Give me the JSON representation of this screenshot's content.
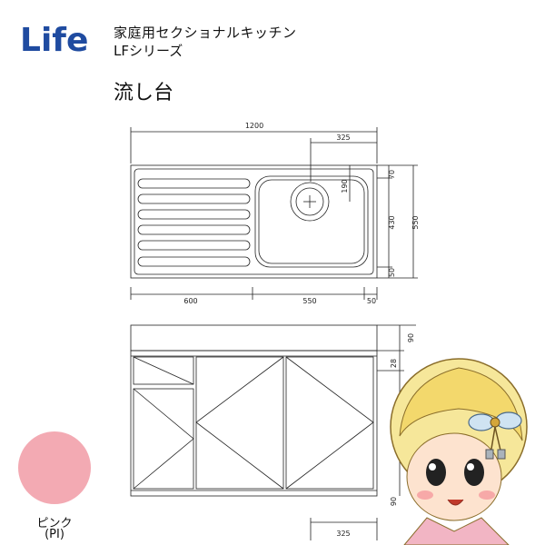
{
  "brand": {
    "logo_text": "Life",
    "logo_color": "#1f4ba0"
  },
  "header": {
    "line1": "家庭用セクショナルキッチン",
    "line2": "LFシリーズ",
    "product": "流し台"
  },
  "dimensions": {
    "overall_width": "1200",
    "drain_offset": "325",
    "back_edge": "70",
    "drain_depth": "190",
    "bowl_depth": "430",
    "overall_depth": "550",
    "front_edge": "50",
    "drainboard_width": "600",
    "bowl_width": "550",
    "side_edge": "50",
    "top_height": "90",
    "rim_height": "28",
    "base_height": "90",
    "bottom_offset": "325"
  },
  "color_option": {
    "name": "ピンク",
    "code": "(PI)",
    "swatch": "#f3aab3"
  },
  "colors": {
    "line": "#222222",
    "sink_fill": "#f7f7f7"
  }
}
